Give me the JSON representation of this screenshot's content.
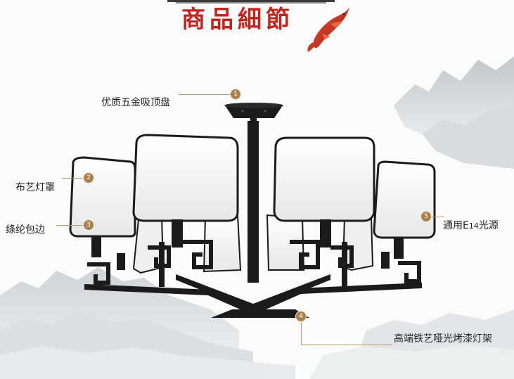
{
  "header": {
    "title": "商品細節"
  },
  "callouts": [
    {
      "num": "1",
      "text": "优质五金吸顶盘"
    },
    {
      "num": "2",
      "text": "布艺灯罩"
    },
    {
      "num": "3",
      "text": "绦纶包边"
    },
    {
      "num": "4",
      "text": "高端铁艺哑光烤漆灯架"
    },
    {
      "num": "5",
      "text_main": "通用E",
      "text_sub": "14",
      "text_end": "光源"
    }
  ],
  "colors": {
    "accent": "#c0261f",
    "marker": "#a9824f",
    "frame": "#1b1b1b",
    "shade": "#f3f3f3"
  }
}
